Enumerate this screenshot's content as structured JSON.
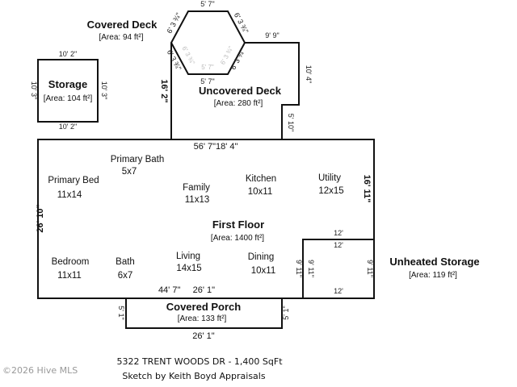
{
  "areas": {
    "covered_deck": {
      "name": "Covered Deck",
      "area": "[Area: 94 ft²]"
    },
    "storage": {
      "name": "Storage",
      "area": "[Area: 104 ft²]"
    },
    "uncovered_deck": {
      "name": "Uncovered Deck",
      "area": "[Area: 280 ft²]"
    },
    "first_floor": {
      "name": "First Floor",
      "area": "[Area: 1400 ft²]"
    },
    "unheated_storage": {
      "name": "Unheated Storage",
      "area": "[Area: 119 ft²]"
    },
    "covered_porch": {
      "name": "Covered Porch",
      "area": "[Area: 133 ft²]"
    }
  },
  "rooms": {
    "primary_bath": {
      "name": "Primary Bath",
      "size": "5x7"
    },
    "primary_bed": {
      "name": "Primary Bed",
      "size": "11x14"
    },
    "family": {
      "name": "Family",
      "size": "11x13"
    },
    "kitchen": {
      "name": "Kitchen",
      "size": "10x11"
    },
    "utility": {
      "name": "Utility",
      "size": "12x15"
    },
    "bedroom": {
      "name": "Bedroom",
      "size": "11x11"
    },
    "bath": {
      "name": "Bath",
      "size": "6x7"
    },
    "living": {
      "name": "Living",
      "size": "14x15"
    },
    "dining": {
      "name": "Dining",
      "size": "10x11"
    }
  },
  "dimensions": {
    "hex_top": "5' 7\"",
    "hex_bottom": "5' 7\"",
    "hex_left_upper": "6' 3 ¾\"",
    "hex_left_lower": "6' 3 ¾\"",
    "hex_right_upper": "6' 3 ¾\"",
    "hex_right_lower": "6' 3 ¾\"",
    "hex_inner_left": "6' 3 ¾\"",
    "hex_inner_right": "6' 3 ¾\"",
    "hex_inner_bottom": "5' 7\"",
    "deck_top": "9' 9\"",
    "deck_right": "10' 4\"",
    "deck_right_lower": "5' 10\"",
    "deck_left": "16' 2\"",
    "storage_top": "10' 2\"",
    "storage_bottom": "10' 2\"",
    "storage_left": "10' 3\"",
    "storage_right": "10' 3\"",
    "floor_top": "56' 7\"18' 4\"",
    "floor_left": "26' 10\"",
    "floor_right": "16' 11\"",
    "floor_bottom": "44' 7\"     26' 1\"",
    "unheated_top": "12'",
    "unheated_top_inner": "12'",
    "unheated_bottom": "12'",
    "unheated_left": "9' 11\"",
    "unheated_left_inner": "9' 11\"",
    "unheated_right": "9' 11\"",
    "porch_left": "5' 1\"",
    "porch_right": "5' 1\"",
    "porch_bottom": "26' 1\""
  },
  "footer": {
    "address": "5322 TRENT WOODS DR - 1,400 SqFt",
    "sketch_by": "Sketch by Keith Boyd Appraisals"
  },
  "watermark": "©2026 Hive MLS"
}
